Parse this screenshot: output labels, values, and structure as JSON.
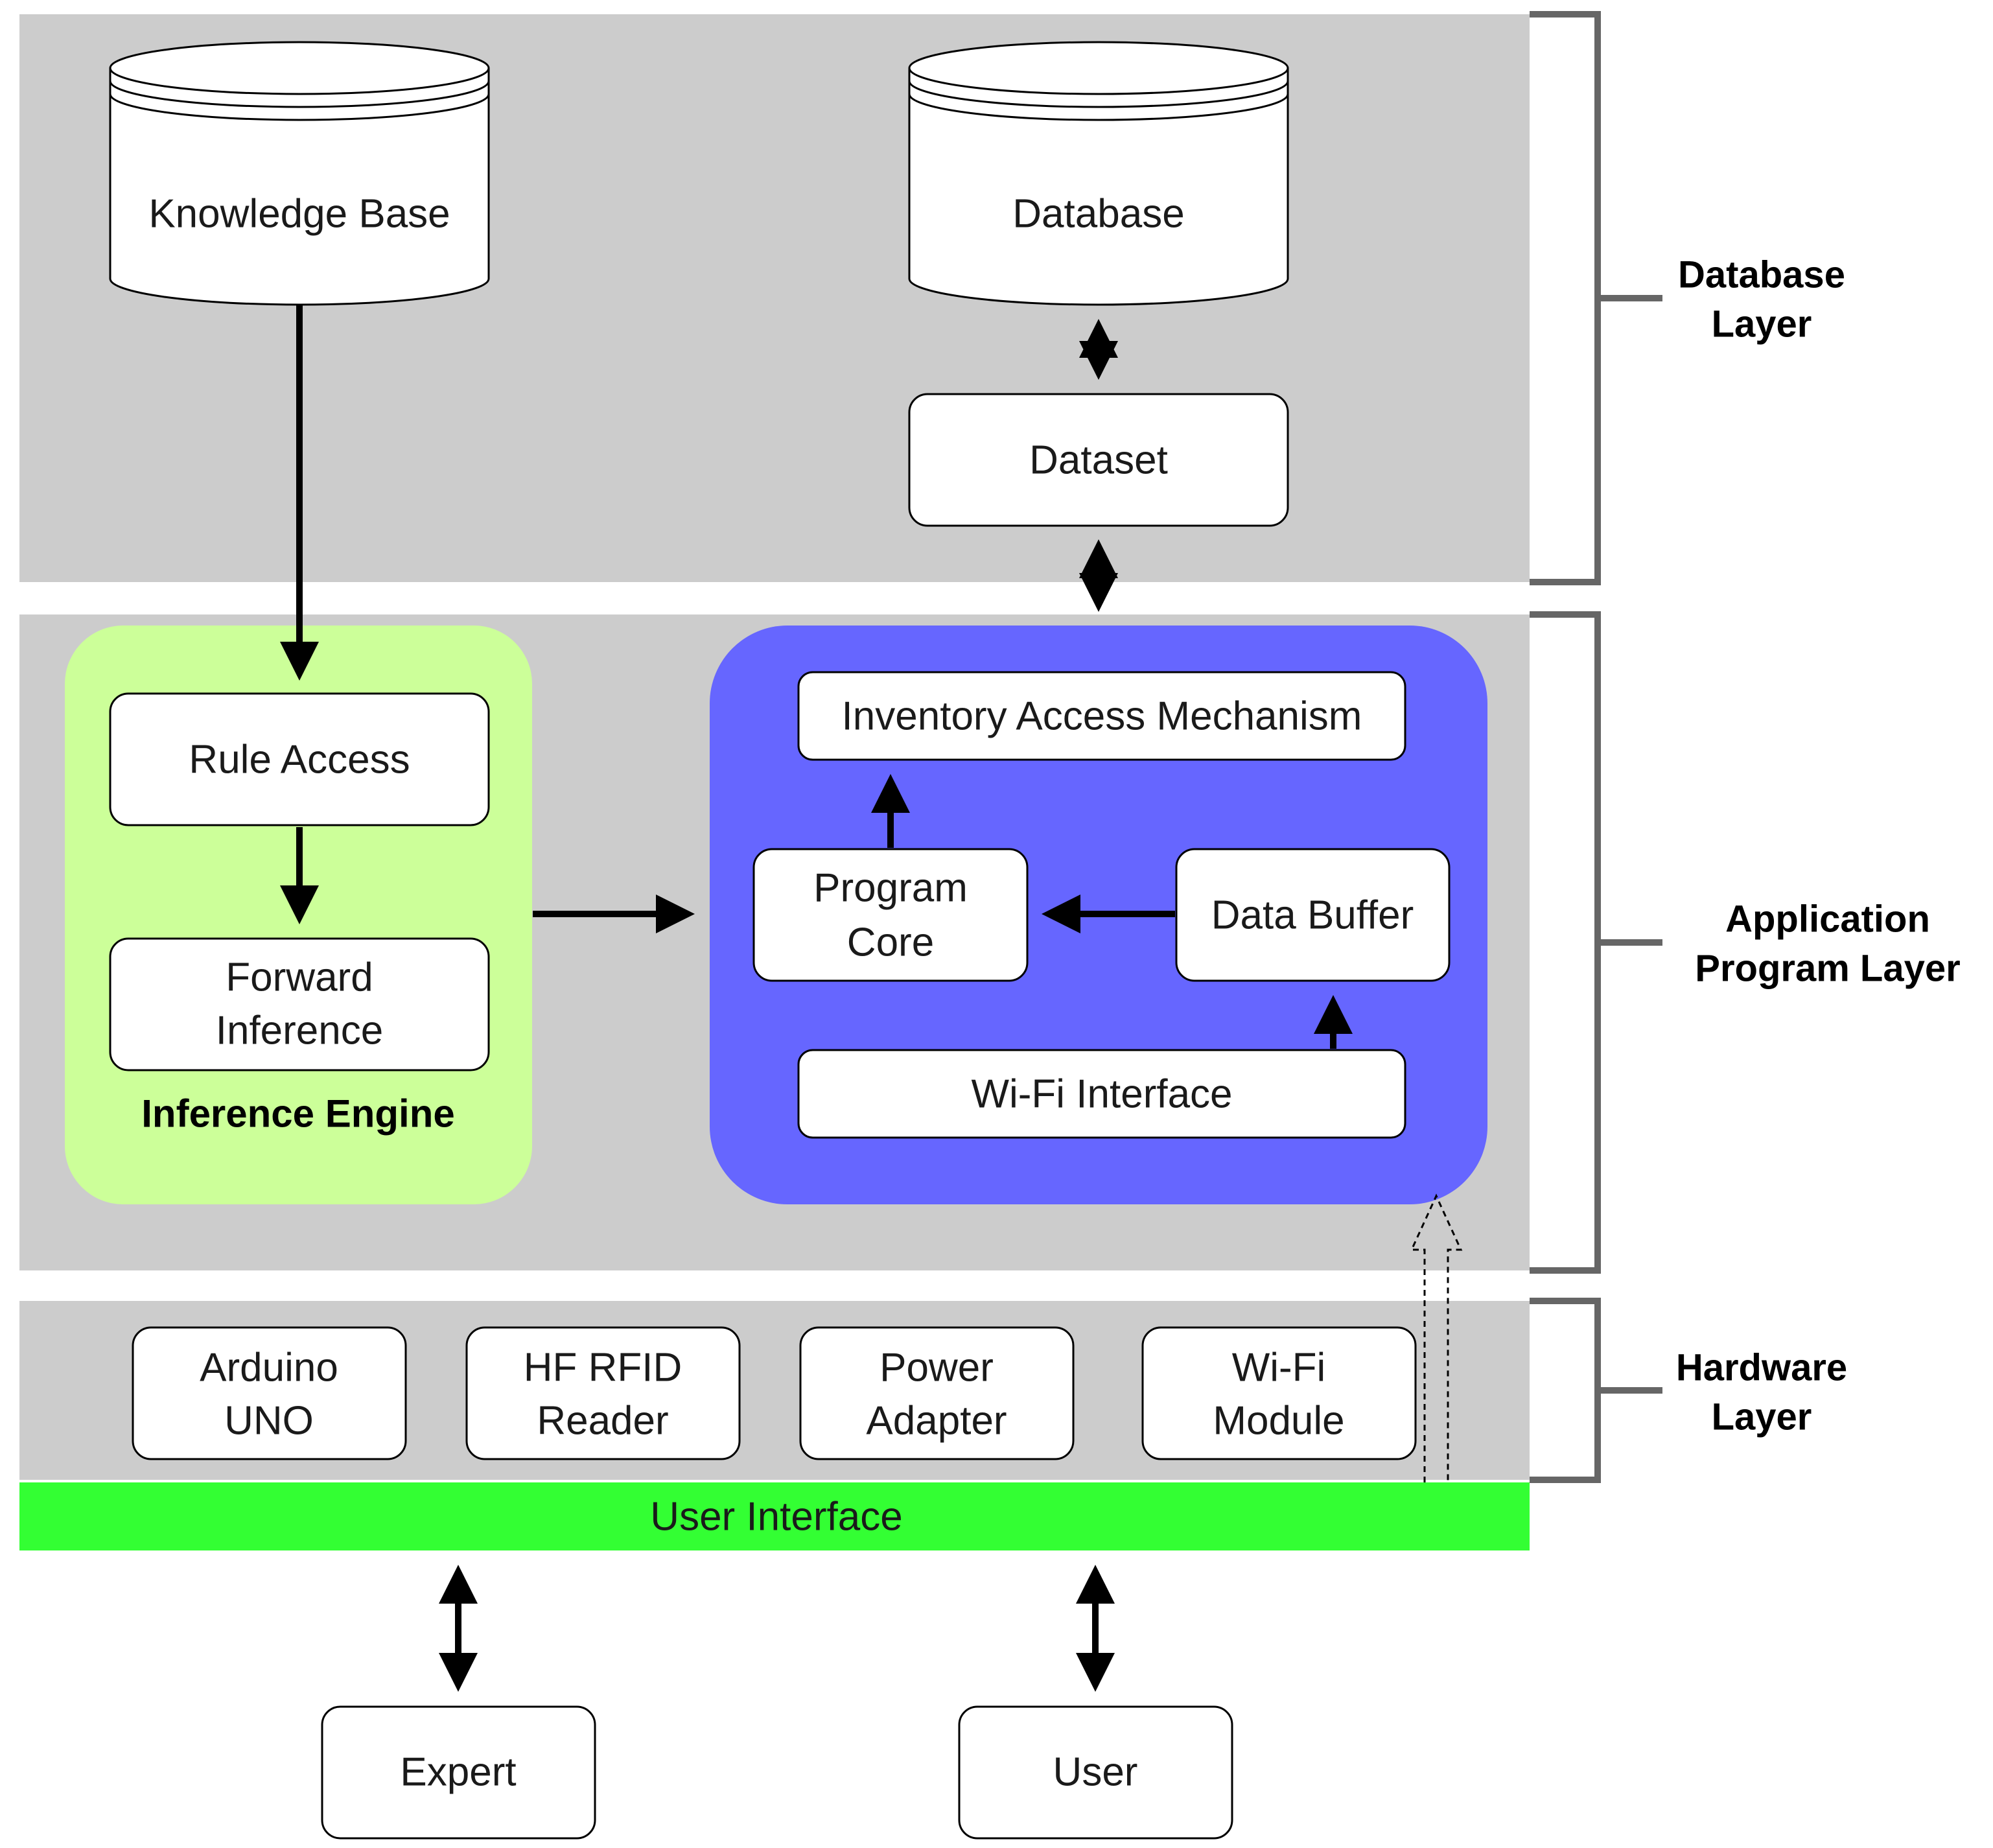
{
  "colors": {
    "layer_background": "#cccccc",
    "inference_engine": "#ccff99",
    "program_block": "#6666ff",
    "user_interface_bar": "#33ff33",
    "node_fill": "#ffffff",
    "bracket": "#666666"
  },
  "database_layer": {
    "label_line1": "Database",
    "label_line2": "Layer",
    "knowledge_base": "Knowledge Base",
    "database": "Database",
    "dataset": "Dataset"
  },
  "application_layer": {
    "label_line1": "Application",
    "label_line2": "Program Layer",
    "inference_engine": {
      "title": "Inference Engine",
      "rule_access": "Rule Access",
      "forward_inference_line1": "Forward",
      "forward_inference_line2": "Inference"
    },
    "program_block": {
      "inventory_access": "Inventory Access Mechanism",
      "program_core_line1": "Program",
      "program_core_line2": "Core",
      "data_buffer": "Data Buffer",
      "wifi_interface": "Wi-Fi Interface"
    }
  },
  "hardware_layer": {
    "label_line1": "Hardware",
    "label_line2": "Layer",
    "devices": [
      {
        "line1": "Arduino",
        "line2": "UNO"
      },
      {
        "line1": "HF RFID",
        "line2": "Reader"
      },
      {
        "line1": "Power",
        "line2": "Adapter"
      },
      {
        "line1": "Wi-Fi",
        "line2": "Module"
      }
    ]
  },
  "user_interface": "User Interface",
  "actors": {
    "expert": "Expert",
    "user": "User"
  }
}
